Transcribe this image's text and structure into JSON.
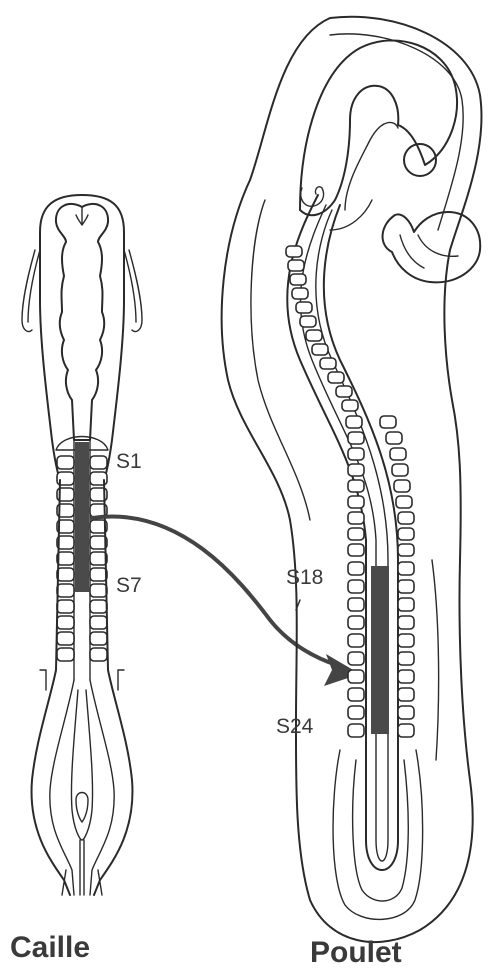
{
  "labels": {
    "quail_somite_1": "S1",
    "quail_somite_7": "S7",
    "chick_somite_18": "S18",
    "chick_somite_24": "S24"
  },
  "captions": {
    "left": "Caille",
    "right": "Poulet"
  },
  "colors": {
    "ink": "#2a2a2a",
    "graft": "#4a4a4a",
    "arrow": "#444444"
  }
}
